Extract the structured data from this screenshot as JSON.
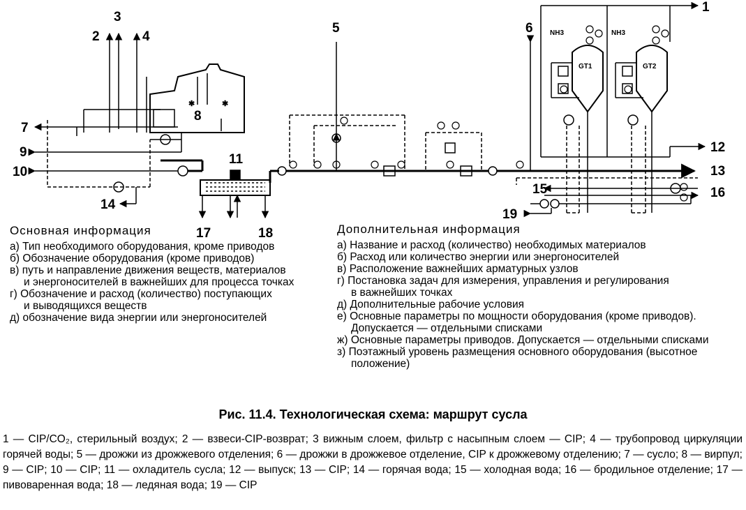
{
  "labels": {
    "n1": "1",
    "n2": "2",
    "n3": "3",
    "n4": "4",
    "n5": "5",
    "n6": "6",
    "n7": "7",
    "n8": "8",
    "n9": "9",
    "n10": "10",
    "n11": "11",
    "n12": "12",
    "n13": "13",
    "n14": "14",
    "n15": "15",
    "n16": "16",
    "n17": "17",
    "n18": "18",
    "n19": "19",
    "gt1": "GT1",
    "gt2": "GT2",
    "nh3a": "NH3",
    "nh3b": "NH3"
  },
  "basic_info": {
    "title": "Основная информация",
    "items": [
      "а) Тип необходимого оборудования, кроме приводов",
      "б) Обозначение оборудования (кроме приводов)",
      "в) путь и направление движения веществ, материалов",
      "и энергоносителей в важнейших для процесса точках",
      "г) Обозначение и расход (количество) поступающих",
      "и выводящихся веществ",
      "д) обозначение вида энергии или энергоносителей"
    ]
  },
  "extra_info": {
    "title": "Дополнительная информация",
    "items": [
      "а) Название и расход (количество) необходимых материалов",
      "б) Расход или количество энергии или энергоносителей",
      "в) Расположение важнейших арматурных узлов",
      "г) Постановка задач для измерения, управления и регулирования",
      "в важнейших точках",
      "д) Дополнительные рабочие условия",
      "е) Основные параметры по мощности оборудования (кроме приводов).",
      "Допускается — отдельными списками",
      "ж) Основные параметры приводов. Допускается — отдельными списками",
      "з) Поэтажный уровень размещения основного оборудования (высотное",
      "положение)"
    ]
  },
  "caption": {
    "fig": "Рис. 11.4.",
    "text": "Технологическая схема: маршрут сусла"
  },
  "legend": "1 — CIP/CO₂, стерильный воздух; 2 — взвеси-CIP-возврат; 3 вижным слоем, фильтр с насыпным слоем — CIP; 4 — трубопровод циркуляции горячей воды; 5 — дрожжи из дрожжевого отделения; 6 — дрожжи в дрожжевое отделение, CIP к дрожжевому отделению; 7 — сусло; 8 — вирпул; 9 — CIP; 10 — CIP; 11 — охладитель сусла; 12 — выпуск; 13 — CIP; 14 — горячая вода; 15 — холодная вода; 16 — бродильное отделение; 17 — пивоваренная вода; 18 — ледяная вода; 19 — CIP"
}
